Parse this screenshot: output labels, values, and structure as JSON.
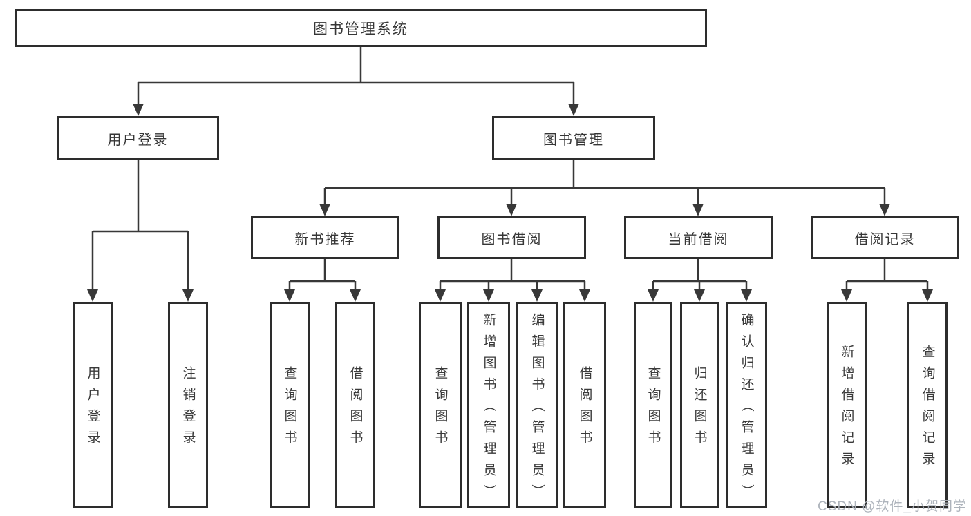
{
  "diagram_title": "图书管理系统",
  "tree": {
    "label": "图书管理系统",
    "children": [
      {
        "label": "用户登录",
        "children": [
          {
            "label": "用户登录"
          },
          {
            "label": "注销登录"
          }
        ]
      },
      {
        "label": "图书管理",
        "children": [
          {
            "label": "新书推荐",
            "children": [
              {
                "label": "查询图书"
              },
              {
                "label": "借阅图书"
              }
            ]
          },
          {
            "label": "图书借阅",
            "children": [
              {
                "label": "查询图书"
              },
              {
                "label": "新增图书（管理员）"
              },
              {
                "label": "编辑图书（管理员）"
              },
              {
                "label": "借阅图书"
              }
            ]
          },
          {
            "label": "当前借阅",
            "children": [
              {
                "label": "查询图书"
              },
              {
                "label": "归还图书"
              },
              {
                "label": "确认归还（管理员）"
              }
            ]
          },
          {
            "label": "借阅记录",
            "children": [
              {
                "label": "新增借阅记录"
              },
              {
                "label": "查询借阅记录"
              }
            ]
          }
        ]
      }
    ]
  },
  "watermark": "CSDN @软件_小贺同学",
  "colors": {
    "line": "#383838",
    "box_border": "#2d2d2d",
    "box_fill": "#ffffff",
    "text": "#363636",
    "watermark": "#aab0b8"
  }
}
